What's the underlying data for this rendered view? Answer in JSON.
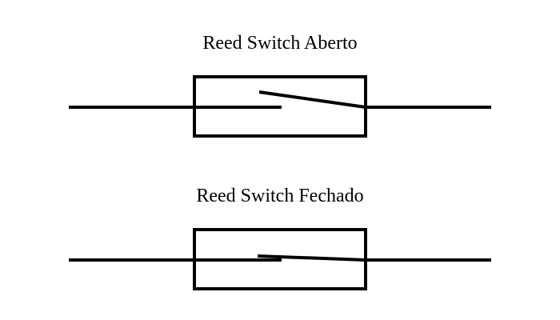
{
  "diagram": {
    "open_switch": {
      "title": "Reed Switch Aberto",
      "state": "open"
    },
    "closed_switch": {
      "title": "Reed Switch Fechado",
      "state": "closed"
    },
    "colors": {
      "background": "#ffffff",
      "line": "#000000"
    }
  }
}
